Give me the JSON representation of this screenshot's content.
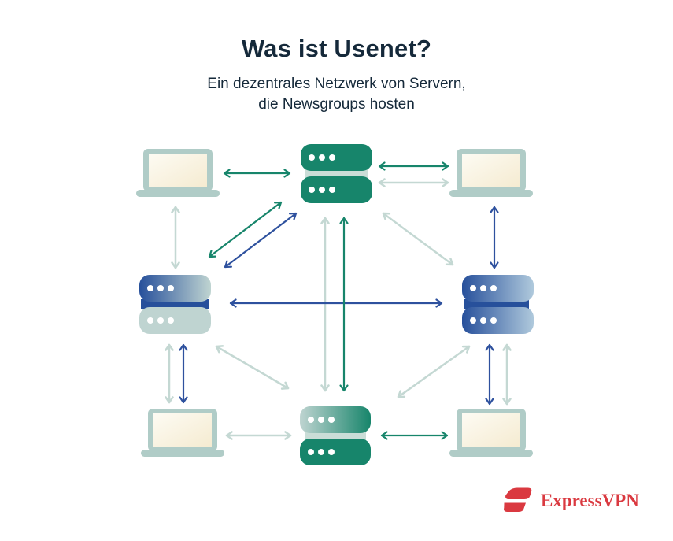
{
  "header": {
    "title": "Was ist Usenet?",
    "subtitle_line1": "Ein dezentrales Netzwerk von Servern,",
    "subtitle_line2": "die Newsgroups hosten"
  },
  "branding": {
    "logo_text": "ExpressVPN",
    "logo_icon": "expressvpn-lightning-icon"
  },
  "colors": {
    "title_text": "#15293A",
    "green": "#17856B",
    "blue": "#2E519E",
    "pale": "#C4D8D3",
    "laptop_frame": "#B0CCC7",
    "laptop_screen_light": "#FDFBF3",
    "laptop_screen_dark": "#F5EBD1",
    "server_blue_dark": "#27509B",
    "server_blue_light": "#AFC9DC",
    "server_pale": "#BFD4D1",
    "server_gap": "#CADDD7",
    "brand_red": "#DA3940",
    "background": "#FFFFFF"
  },
  "diagram": {
    "nodes": [
      {
        "id": "laptop-top-left",
        "type": "laptop"
      },
      {
        "id": "laptop-top-right",
        "type": "laptop"
      },
      {
        "id": "laptop-bottom-left",
        "type": "laptop"
      },
      {
        "id": "laptop-bottom-right",
        "type": "laptop"
      },
      {
        "id": "server-top",
        "type": "server",
        "variant": "green"
      },
      {
        "id": "server-left",
        "type": "server",
        "variant": "blue-pale-gradient"
      },
      {
        "id": "server-right",
        "type": "server",
        "variant": "blue-gradient"
      },
      {
        "id": "server-bottom",
        "type": "server",
        "variant": "pale-green-gradient"
      }
    ],
    "connections": [
      {
        "from": "laptop-top-left",
        "to": "server-top",
        "color": "green",
        "bidirectional": true
      },
      {
        "from": "server-top",
        "to": "laptop-top-right",
        "color": "green",
        "bidirectional": true
      },
      {
        "from": "server-top",
        "to": "laptop-top-right",
        "color": "pale",
        "bidirectional": true
      },
      {
        "from": "laptop-top-left",
        "to": "server-left",
        "color": "pale",
        "bidirectional": true
      },
      {
        "from": "laptop-top-right",
        "to": "server-right",
        "color": "blue",
        "bidirectional": true
      },
      {
        "from": "server-left",
        "to": "server-top",
        "color": "green",
        "bidirectional": true
      },
      {
        "from": "server-left",
        "to": "server-top",
        "color": "blue",
        "bidirectional": true
      },
      {
        "from": "server-top",
        "to": "server-right",
        "color": "pale",
        "bidirectional": true
      },
      {
        "from": "server-top",
        "to": "server-bottom",
        "color": "pale",
        "bidirectional": true
      },
      {
        "from": "server-top",
        "to": "server-bottom",
        "color": "green",
        "bidirectional": true
      },
      {
        "from": "server-left",
        "to": "server-right",
        "color": "blue",
        "bidirectional": true
      },
      {
        "from": "server-left",
        "to": "laptop-bottom-left",
        "color": "pale",
        "bidirectional": true
      },
      {
        "from": "server-left",
        "to": "laptop-bottom-left",
        "color": "blue",
        "bidirectional": true
      },
      {
        "from": "server-left",
        "to": "server-bottom",
        "color": "pale",
        "bidirectional": true
      },
      {
        "from": "server-bottom",
        "to": "server-right",
        "color": "pale",
        "bidirectional": true
      },
      {
        "from": "server-right",
        "to": "laptop-bottom-right",
        "color": "blue",
        "bidirectional": true
      },
      {
        "from": "server-right",
        "to": "laptop-bottom-right",
        "color": "pale",
        "bidirectional": true
      },
      {
        "from": "laptop-bottom-left",
        "to": "server-bottom",
        "color": "pale",
        "bidirectional": true
      },
      {
        "from": "server-bottom",
        "to": "laptop-bottom-right",
        "color": "green",
        "bidirectional": true
      }
    ]
  }
}
